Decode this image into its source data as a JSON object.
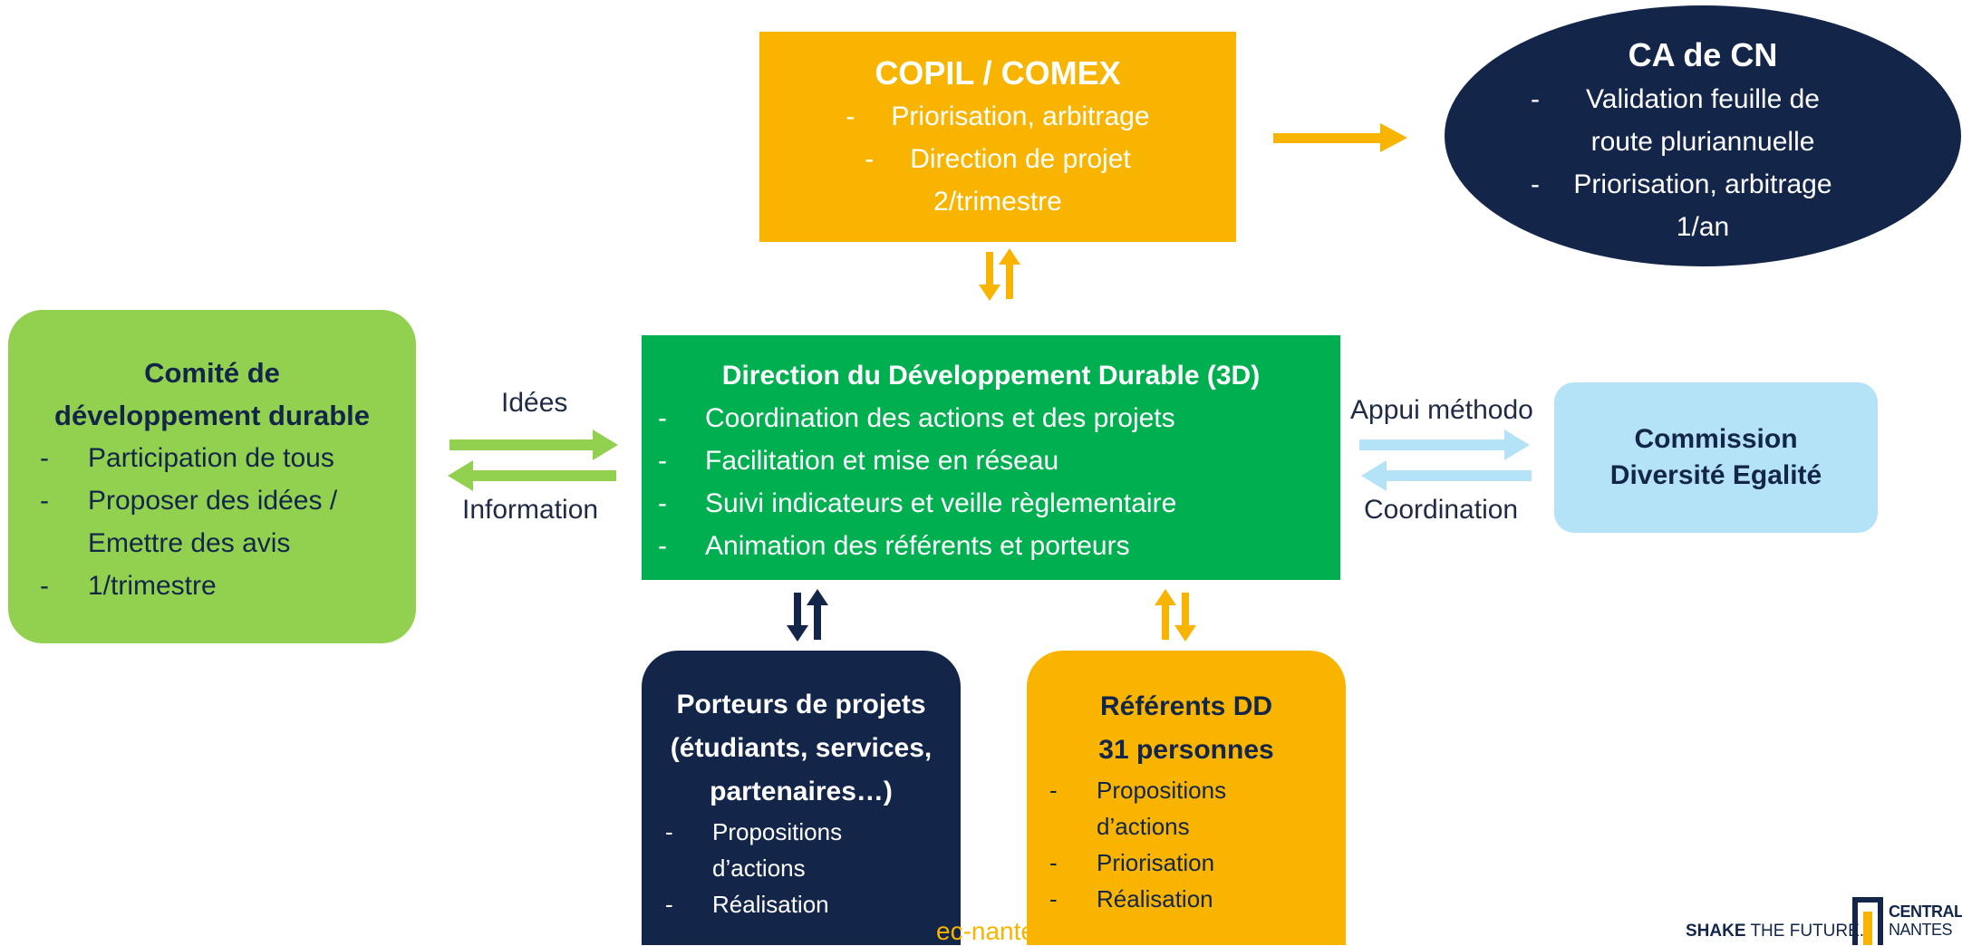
{
  "copil": {
    "title": "COPIL / COMEX",
    "items": [
      "Priorisation, arbitrage",
      "Direction de projet"
    ],
    "frequency": "2/trimestre"
  },
  "ca": {
    "title": "CA de CN",
    "items": [
      "Validation feuille de route pluriannuelle",
      "Priorisation, arbitrage"
    ],
    "frequency": "1/an"
  },
  "comite": {
    "title": "Comité de développement durable",
    "items": [
      "Participation de tous",
      "Proposer des idées / Emettre des avis",
      "1/trimestre"
    ]
  },
  "direction": {
    "title": "Direction du Développement Durable (3D)",
    "items": [
      "Coordination des actions et des projets",
      "Facilitation et mise en réseau",
      "Suivi indicateurs et veille règlementaire",
      "Animation des référents et porteurs"
    ]
  },
  "commission": {
    "title": "Commission Diversité Egalité"
  },
  "porteurs": {
    "title": "Porteurs de projets (étudiants, services, partenaires…)",
    "items": [
      "Propositions d’actions",
      "Réalisation"
    ]
  },
  "referents": {
    "title_line1": "Référents DD",
    "title_line2": "31 personnes",
    "items": [
      "Propositions d’actions",
      "Priorisation",
      "Réalisation"
    ]
  },
  "labels": {
    "idees": "Idées",
    "information": "Information",
    "appui": "Appui méthodo",
    "coordination": "Coordination"
  },
  "footer": {
    "url_fragment": "ec-nantes.",
    "shake": "SHAKE",
    "the_future": "THE FUTURE.",
    "logo_central": "CENTRAL",
    "logo_nantes": "NANTES"
  },
  "colors": {
    "orange": "#f9b400",
    "navy": "#13264a",
    "green_light": "#92d050",
    "green_dark": "#00b050",
    "light_blue": "#b4e3f8"
  }
}
